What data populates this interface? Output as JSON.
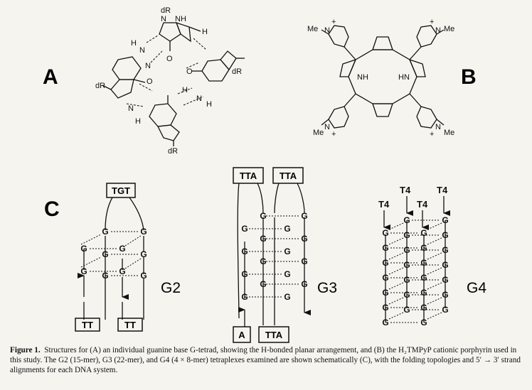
{
  "panels": {
    "a": "A",
    "b": "B",
    "c": "C"
  },
  "tetrad_labels": {
    "dR": "dR",
    "N": "N",
    "NH": "NH",
    "H": "H",
    "O": "O"
  },
  "porphyrin_labels": {
    "me": "Me",
    "n": "N",
    "plus": "+",
    "nh": "NH",
    "hn": "HN"
  },
  "g2": {
    "name": "G2",
    "loop_top": "TGT",
    "end_left": "TT",
    "end_right": "TT",
    "base": "G"
  },
  "g3": {
    "name": "G3",
    "loop_left": "TTA",
    "loop_right": "TTA",
    "end_left": "A",
    "end_right": "TTA",
    "base": "G"
  },
  "g4": {
    "name": "G4",
    "strand_label": "T4",
    "base": "G"
  },
  "caption": {
    "label": "Figure 1.",
    "text": "Structures for (A) an individual guanine base G-tetrad, showing the H-bonded planar arrangement, and (B) the H₂TMPyP cationic porphyrin used in this study. The G2 (15-mer), G3 (22-mer), and G4 (4 × 8-mer) tetraplexes examined are shown schematically (C), with the folding topologies and 5′ → 3′ strand alignments for each DNA system."
  }
}
